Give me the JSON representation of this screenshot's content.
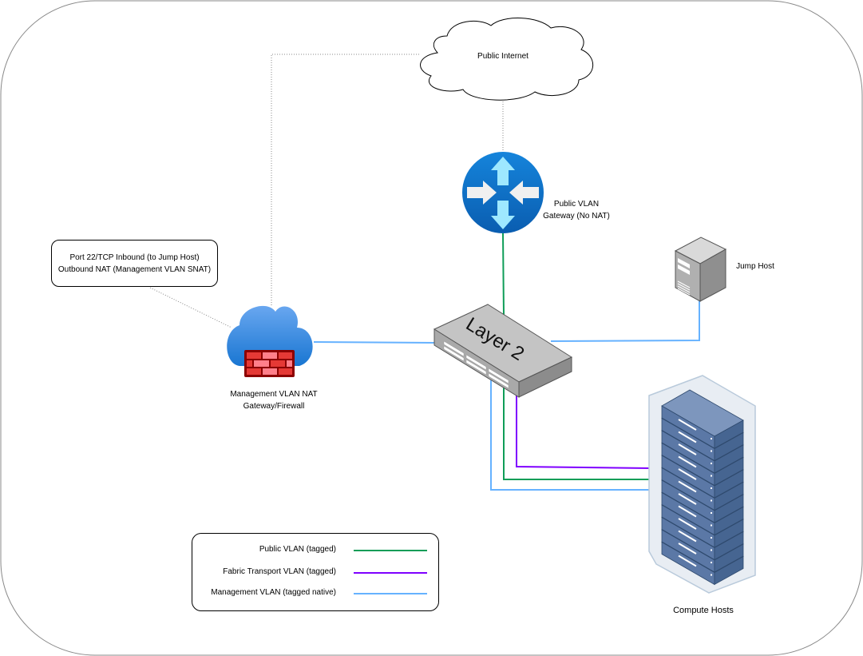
{
  "diagram": {
    "title": "Network Topology",
    "nodes": {
      "internet": {
        "label": "Public Internet",
        "icon": "cloud-icon"
      },
      "router": {
        "label_line1": "Public VLAN",
        "label_line2": "Gateway (No NAT)",
        "icon": "router-icon"
      },
      "firewall": {
        "label_line1": "Management VLAN NAT",
        "label_line2": "Gateway/Firewall",
        "icon": "cloud-firewall-icon"
      },
      "switch": {
        "label": "Layer 2",
        "icon": "switch-icon"
      },
      "jump_host": {
        "label": "Jump Host",
        "icon": "server-tower-icon"
      },
      "compute": {
        "label": "Compute Hosts",
        "icon": "server-rack-icon"
      }
    },
    "note": {
      "line1": "Port 22/TCP Inbound (to Jump Host)",
      "line2": "Outbound NAT (Management VLAN SNAT)"
    },
    "legend": [
      {
        "label": "Public VLAN (tagged)",
        "color": "#0F9D58"
      },
      {
        "label": "Fabric Transport VLAN (tagged)",
        "color": "#7F00FF"
      },
      {
        "label": "Management VLAN (tagged native)",
        "color": "#66B2FF"
      }
    ],
    "colors": {
      "public_vlan": "#0F9D58",
      "fabric_vlan": "#7F00FF",
      "mgmt_vlan": "#66B2FF",
      "router_blue": "#0A6ED1",
      "firewall_red": "#D32F2F",
      "rack_blue": "#5B7BA8"
    }
  }
}
